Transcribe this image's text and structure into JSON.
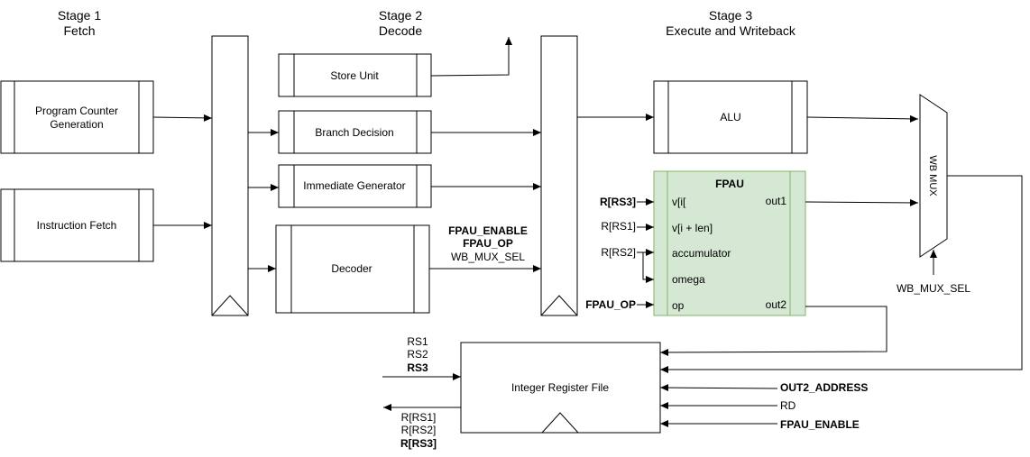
{
  "stages": [
    {
      "name": "Stage 1",
      "sub": "Fetch"
    },
    {
      "name": "Stage 2",
      "sub": "Decode"
    },
    {
      "name": "Stage 3",
      "sub": "Execute and Writeback"
    }
  ],
  "blocks": {
    "pc_gen_line1": "Program Counter",
    "pc_gen_line2": "Generation",
    "instr_fetch": "Instruction Fetch",
    "store_unit": "Store Unit",
    "branch_decision": "Branch Decision",
    "imm_gen": "Immediate Generator",
    "decoder": "Decoder",
    "alu": "ALU",
    "fpau": "FPAU",
    "wb_mux": "WB MUX",
    "reg_file": "Integer Register File"
  },
  "fpau_ports": {
    "in": [
      "v[i[",
      "v[i + len]",
      "accumulator",
      "omega",
      "op"
    ],
    "out": [
      "out1",
      "out2"
    ]
  },
  "signals": {
    "decoder_out": [
      "FPAU_ENABLE",
      "FPAU_OP",
      "WB_MUX_SEL"
    ],
    "fpau_in": [
      "R[RS3]",
      "R[RS1]",
      "R[RS2]",
      "FPAU_OP"
    ],
    "wb_mux_sel": "WB_MUX_SEL",
    "rf_in": [
      "RS1",
      "RS2",
      "RS3"
    ],
    "rf_out": [
      "R[RS1]",
      "R[RS2]",
      "R[RS3]"
    ],
    "rf_right": [
      "OUT2_ADDRESS",
      "RD",
      "FPAU_ENABLE"
    ]
  },
  "colors": {
    "fpau_fill": "#d5e8d4",
    "fpau_stroke": "#82b366",
    "line": "#000000"
  }
}
